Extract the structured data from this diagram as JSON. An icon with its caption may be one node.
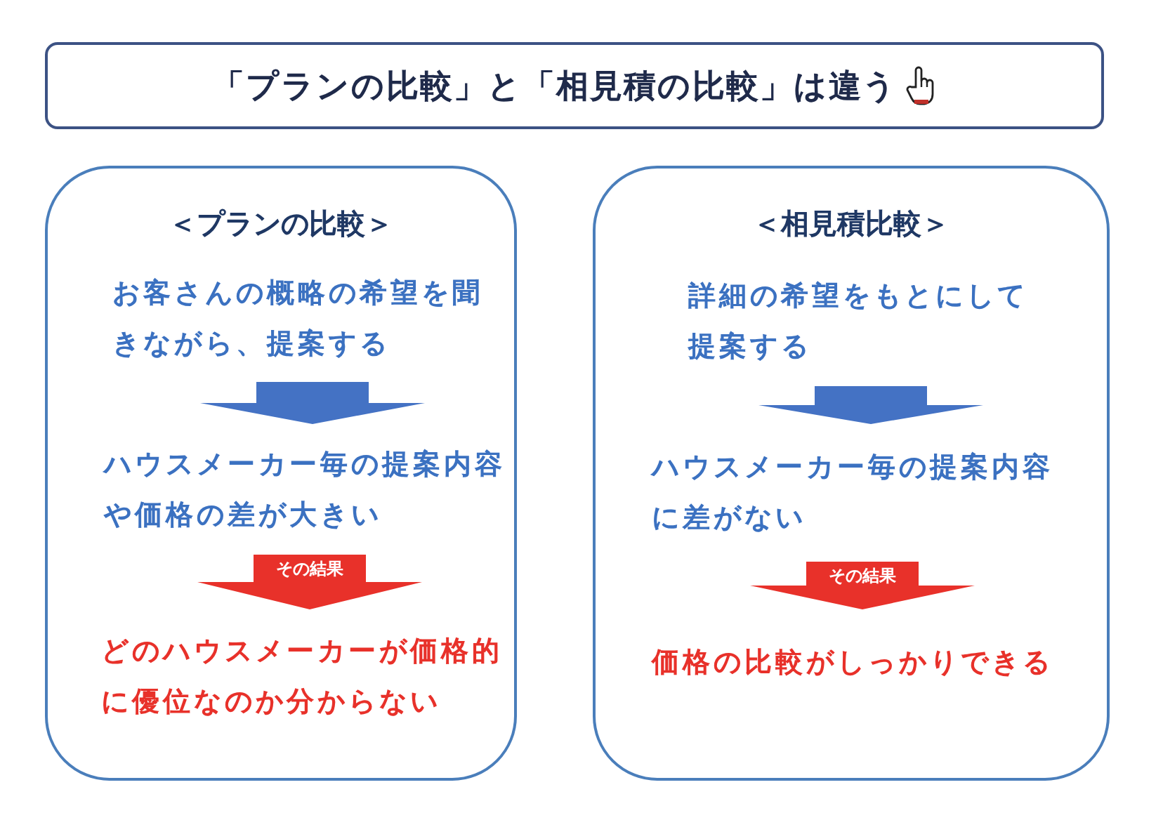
{
  "diagram": {
    "nodes": [
      {
        "text": [
          "「プランの比較」と「相見積の比較」は違う"
        ]
      },
      {
        "text": [
          "＜プランの比較＞"
        ]
      },
      {
        "text": [
          "お客さんの概略の希望を聞きながら、提案する"
        ],
        "in": 1
      },
      {
        "text": [
          "ハウスメーカー毎の提案内容や価格の差が大きい"
        ],
        "in": 1
      },
      {
        "text": [
          "どのハウスメーカーが価格的に優位なのか分からない"
        ],
        "in": 1
      },
      {
        "text": [
          "＜相見積比較＞"
        ]
      },
      {
        "text": [
          "詳細の希望をもとにして提案する"
        ],
        "in": 5
      },
      {
        "text": [
          "ハウスメーカー毎の提案内容に差がない"
        ],
        "in": 5
      },
      {
        "text": [
          "価格の比較がしっかりできる"
        ],
        "in": 5
      }
    ],
    "edges": [
      {
        "from": 2,
        "to": 3,
        "arrow": "to"
      },
      {
        "from": 3,
        "to": 4,
        "arrow": "to",
        "label": "その結果",
        "color": "#e8312a"
      },
      {
        "from": 6,
        "to": 7,
        "arrow": "to"
      },
      {
        "from": 7,
        "to": 8,
        "arrow": "to",
        "label": "その結果",
        "color": "#e8312a"
      }
    ]
  }
}
